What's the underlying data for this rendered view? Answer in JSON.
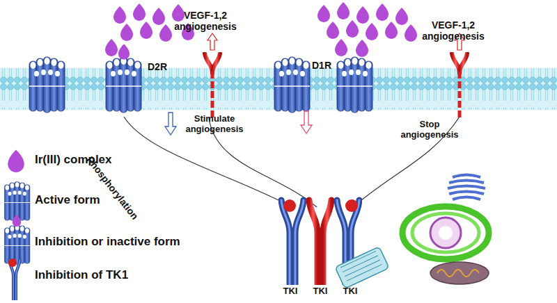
{
  "diagram": {
    "labels": [
      "D2R",
      "VEGF-1,2 angiogenesis",
      "Stimulate angiogenesis",
      "Phosphorylation",
      "D1R",
      "VEGF-1,2 angiogenesis",
      "Stop angiogenesis",
      "TKI",
      "TKI",
      "TKI"
    ],
    "legend": [
      {
        "text": "Ir(III) complex"
      },
      {
        "text": "Active form"
      },
      {
        "text": "Inhibition or inactive form"
      },
      {
        "text": "Inhibition of TK1"
      }
    ]
  }
}
